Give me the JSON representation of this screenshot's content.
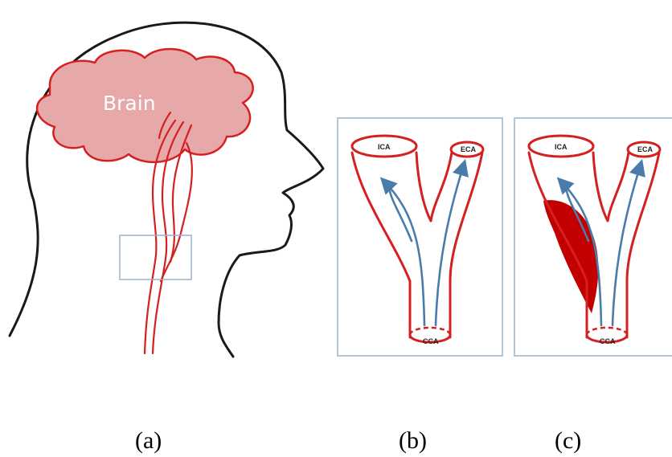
{
  "figure": {
    "panel_a": {
      "brain_label": "Brain",
      "caption": "(a)"
    },
    "panel_b": {
      "labels": {
        "left_top": "ICA",
        "right_top": "ECA",
        "bottom": "CCA"
      },
      "caption": "(b)"
    },
    "panel_c": {
      "labels": {
        "left_top": "ICA",
        "right_top": "ECA",
        "bottom": "CCA"
      },
      "caption": "(c)"
    }
  },
  "colors": {
    "outline": "#1a1a1a",
    "artery": "#d42020",
    "brain_fill": "#e6a8a8",
    "flow_arrow": "#4a7cab",
    "panel_border": "#9ab0cc",
    "plaque": "#c20000"
  },
  "icons": [
    "head-silhouette",
    "brain-shape",
    "carotid-bifurcation",
    "blood-flow-arrow",
    "plaque-shape"
  ]
}
